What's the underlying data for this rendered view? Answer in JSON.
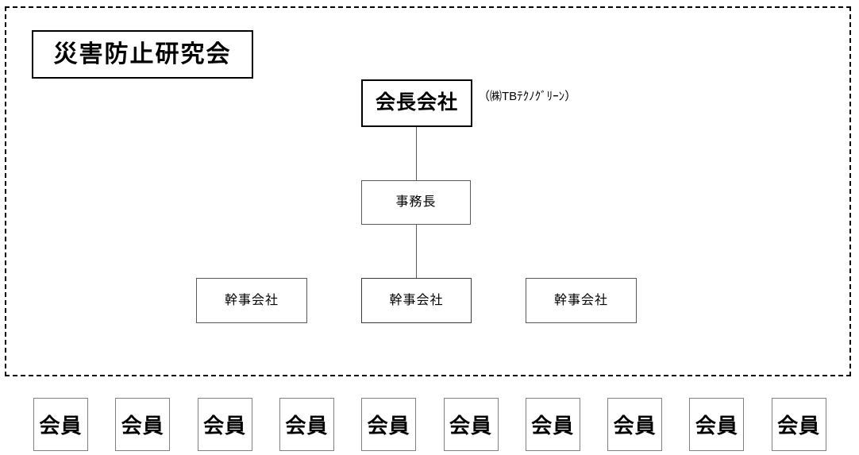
{
  "diagram": {
    "frame": {
      "name": "organization-dashed-frame"
    },
    "title": {
      "label": "災害防止研究会"
    },
    "chairman": {
      "label": "会長会社",
      "note": "（㈱TBﾃｸﾉｸﾞﾘｰﾝ）"
    },
    "secretary": {
      "label": "事務長"
    },
    "directors": [
      {
        "label": "幹事会社"
      },
      {
        "label": "幹事会社"
      },
      {
        "label": "幹事会社"
      }
    ],
    "members": [
      {
        "label": "会員"
      },
      {
        "label": "会員"
      },
      {
        "label": "会員"
      },
      {
        "label": "会員"
      },
      {
        "label": "会員"
      },
      {
        "label": "会員"
      },
      {
        "label": "会員"
      },
      {
        "label": "会員"
      },
      {
        "label": "会員"
      },
      {
        "label": "会員"
      }
    ],
    "colors": {
      "outline_strong": "#000000",
      "outline_thin": "#595959",
      "outline_member": "#808080",
      "background": "#ffffff"
    }
  }
}
